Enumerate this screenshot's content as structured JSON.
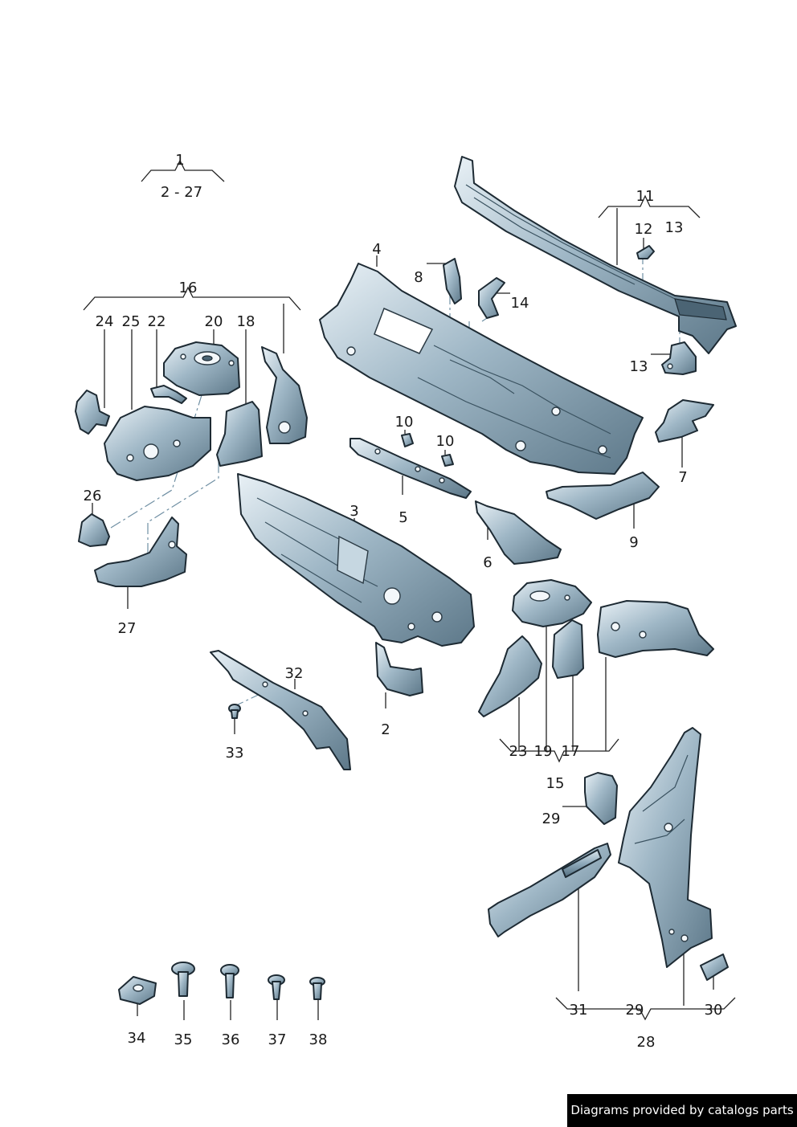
{
  "callouts": [
    {
      "id": "c1",
      "text": "1"
    },
    {
      "id": "c2_27",
      "text": "2 - 27"
    },
    {
      "id": "c2",
      "text": "2"
    },
    {
      "id": "c3",
      "text": "3"
    },
    {
      "id": "c4",
      "text": "4"
    },
    {
      "id": "c5",
      "text": "5"
    },
    {
      "id": "c6",
      "text": "6"
    },
    {
      "id": "c7",
      "text": "7"
    },
    {
      "id": "c8",
      "text": "8"
    },
    {
      "id": "c9",
      "text": "9"
    },
    {
      "id": "c10a",
      "text": "10"
    },
    {
      "id": "c10b",
      "text": "10"
    },
    {
      "id": "c11",
      "text": "11"
    },
    {
      "id": "c12",
      "text": "12"
    },
    {
      "id": "c13a",
      "text": "13"
    },
    {
      "id": "c13b",
      "text": "13"
    },
    {
      "id": "c14",
      "text": "14"
    },
    {
      "id": "c15",
      "text": "15"
    },
    {
      "id": "c16",
      "text": "16"
    },
    {
      "id": "c17",
      "text": "17"
    },
    {
      "id": "c18",
      "text": "18"
    },
    {
      "id": "c19",
      "text": "19"
    },
    {
      "id": "c20",
      "text": "20"
    },
    {
      "id": "c22",
      "text": "22"
    },
    {
      "id": "c23",
      "text": "23"
    },
    {
      "id": "c24",
      "text": "24"
    },
    {
      "id": "c25",
      "text": "25"
    },
    {
      "id": "c26",
      "text": "26"
    },
    {
      "id": "c27",
      "text": "27"
    },
    {
      "id": "c28",
      "text": "28"
    },
    {
      "id": "c29a",
      "text": "29"
    },
    {
      "id": "c29b",
      "text": "29"
    },
    {
      "id": "c30",
      "text": "30"
    },
    {
      "id": "c31",
      "text": "31"
    },
    {
      "id": "c32",
      "text": "32"
    },
    {
      "id": "c33",
      "text": "33"
    },
    {
      "id": "c34",
      "text": "34"
    },
    {
      "id": "c35",
      "text": "35"
    },
    {
      "id": "c36",
      "text": "36"
    },
    {
      "id": "c37",
      "text": "37"
    },
    {
      "id": "c38",
      "text": "38"
    }
  ],
  "credit": "Diagrams provided by catalogs parts"
}
